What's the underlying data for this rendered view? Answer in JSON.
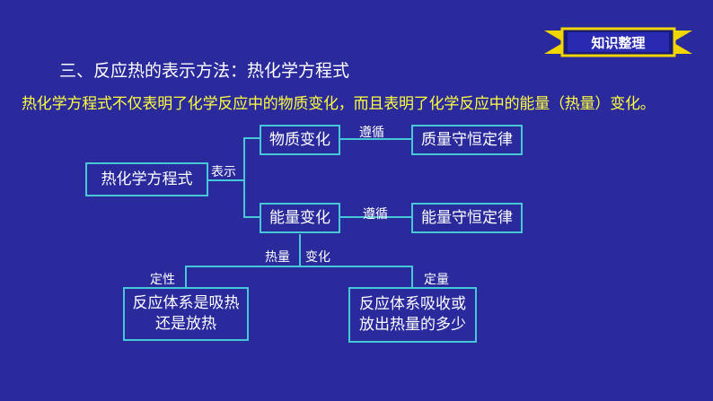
{
  "badge": {
    "label": "知识整理"
  },
  "heading": "三、反应热的表示方法：热化学方程式",
  "intro": "热化学方程式不仅表明了化学反应中的物质变化，而且表明了化学反应中的能量（热量）变化。",
  "diagram": {
    "root": "热化学方程式",
    "express_label": "表示",
    "material_change": "物质变化",
    "follows_label_1": "遵循",
    "mass_conservation": "质量守恒定律",
    "energy_change": "能量变化",
    "follows_label_2": "遵循",
    "energy_conservation": "能量守恒定律",
    "heat_label": "热量",
    "change_label": "变化",
    "qualitative_label": "定性",
    "quantitative_label": "定量",
    "qualitative_box_line1": "反应体系是吸热",
    "qualitative_box_line2": "还是放热",
    "quantitative_box_line1": "反应体系吸收或",
    "quantitative_box_line2": "放出热量的多少"
  }
}
